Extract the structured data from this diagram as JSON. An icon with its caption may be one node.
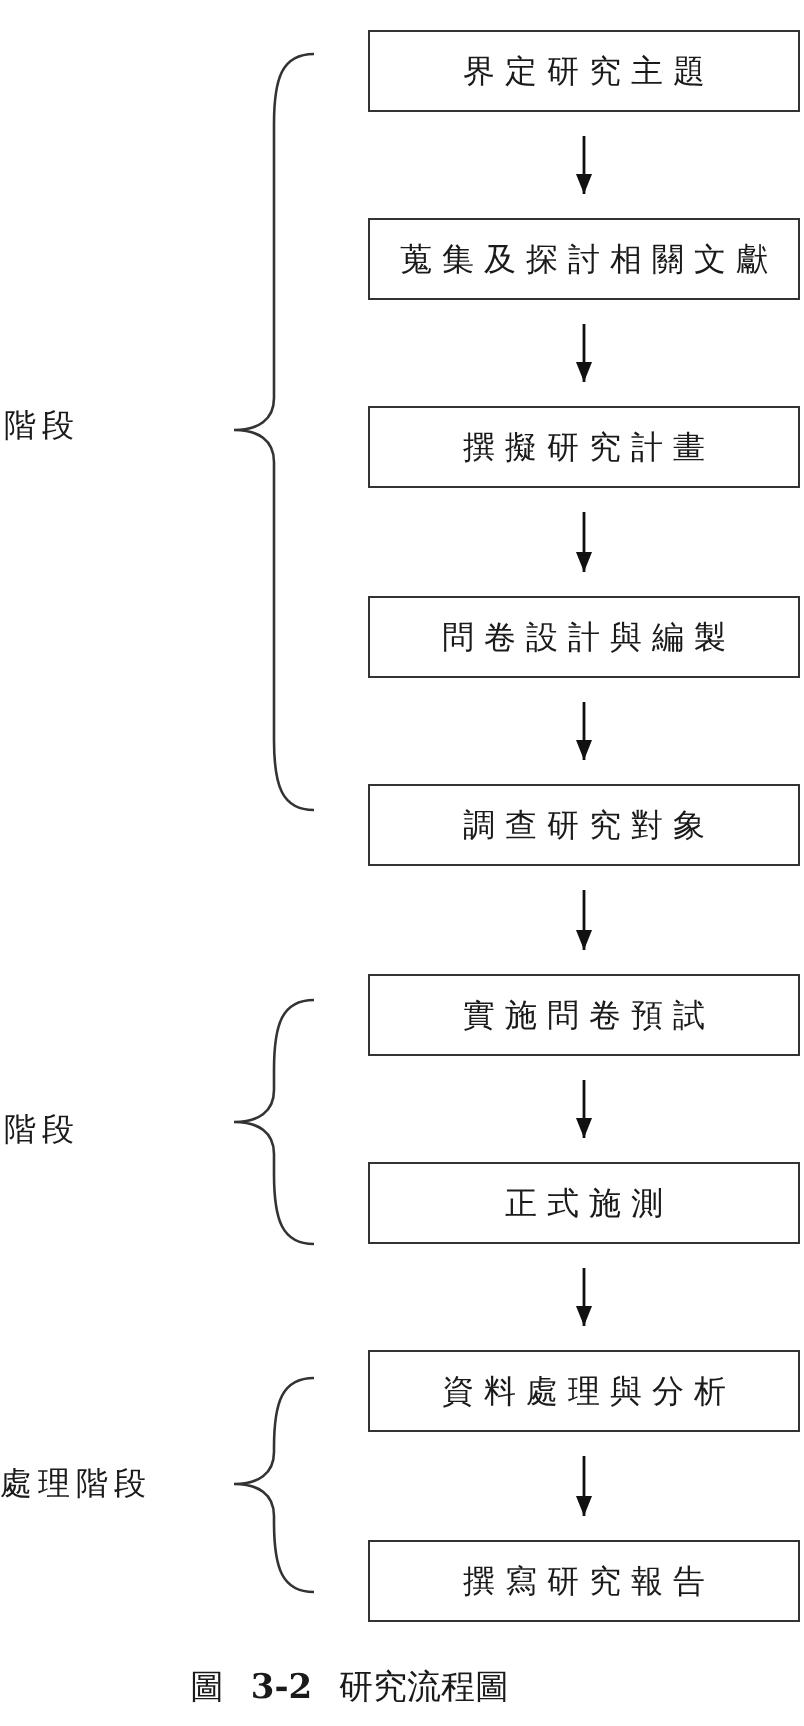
{
  "diagram": {
    "caption": "圖 **3-2** 研究流程圖",
    "nodes": [
      {
        "text": [
          "界定研究主題"
        ]
      },
      {
        "text": [
          "蒐集及探討相關文獻"
        ]
      },
      {
        "text": [
          "撰擬研究計畫"
        ]
      },
      {
        "text": [
          "問卷設計與編製"
        ]
      },
      {
        "text": [
          "調查研究對象"
        ]
      },
      {
        "text": [
          "實施問卷預試"
        ]
      },
      {
        "text": [
          "正式施測"
        ]
      },
      {
        "text": [
          "資料處理與分析"
        ]
      },
      {
        "text": [
          "撰寫研究報告"
        ]
      }
    ],
    "edges": [
      {
        "from": 0,
        "to": 1,
        "arrow": "to"
      },
      {
        "from": 1,
        "to": 2,
        "arrow": "to"
      },
      {
        "from": 2,
        "to": 3,
        "arrow": "to"
      },
      {
        "from": 3,
        "to": 4,
        "arrow": "to"
      },
      {
        "from": 4,
        "to": 5,
        "arrow": "to"
      },
      {
        "from": 5,
        "to": 6,
        "arrow": "to"
      },
      {
        "from": 6,
        "to": 7,
        "arrow": "to"
      },
      {
        "from": 7,
        "to": 8,
        "arrow": "to"
      }
    ],
    "labels": [
      "階段",
      "階段",
      "處理階段"
    ]
  }
}
